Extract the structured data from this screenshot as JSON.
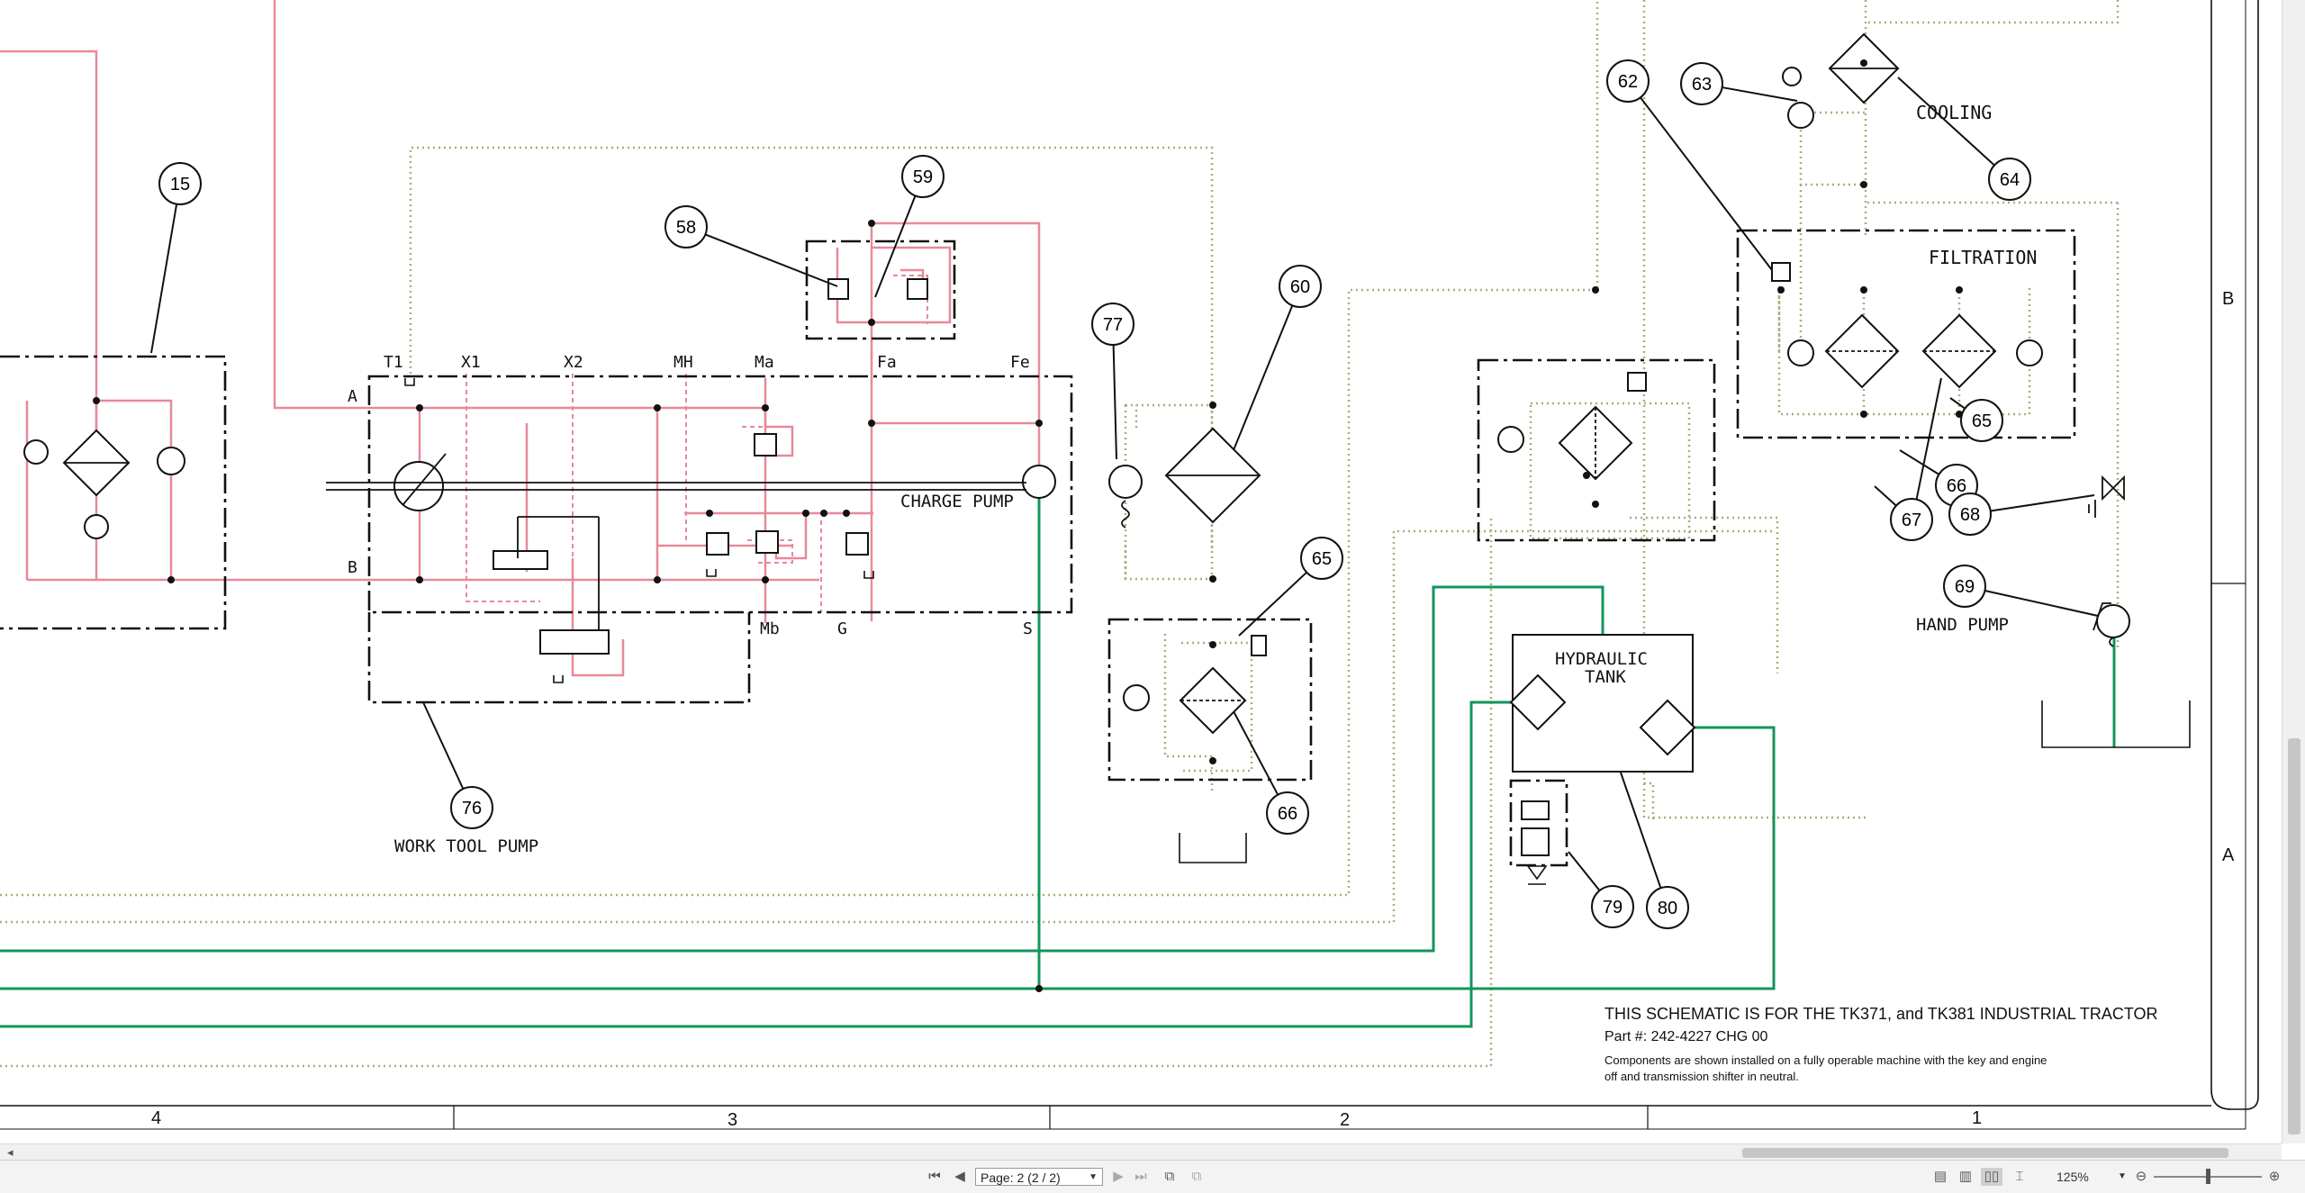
{
  "viewer": {
    "page_indicator": "Page: 2 (2 / 2)",
    "zoom_level": "125%",
    "icons": [
      "first-page-icon",
      "prev-page-icon",
      "next-page-icon",
      "last-page-icon",
      "two-page-icon",
      "rotate-icon",
      "single-page-icon",
      "continuous-icon",
      "facing-icon",
      "fit-icon",
      "zoom-out-icon",
      "zoom-in-icon"
    ]
  },
  "schematic": {
    "grid_columns": [
      "4",
      "3",
      "2",
      "1"
    ],
    "grid_rows": [
      "B",
      "A"
    ],
    "callouts": [
      "15",
      "58",
      "59",
      "60",
      "62",
      "63",
      "64",
      "65",
      "65",
      "66",
      "66",
      "67",
      "68",
      "69",
      "76",
      "77",
      "79",
      "80"
    ],
    "labels": {
      "cooling": "COOLING",
      "filtration": "FILTRATION",
      "hand_pump": "HAND PUMP",
      "hydraulic_tank_line1": "HYDRAULIC",
      "hydraulic_tank_line2": "TANK",
      "charge_pump": "CHARGE PUMP",
      "work_tool_pump": "WORK TOOL PUMP"
    },
    "ports": {
      "t1": "T1",
      "x1": "X1",
      "x2": "X2",
      "mh": "MH",
      "ma": "Ma",
      "fa": "Fa",
      "fe": "Fe",
      "a": "A",
      "b": "B",
      "mb": "Mb",
      "g": "G",
      "s": "S"
    },
    "title_block": {
      "title": "THIS SCHEMATIC IS FOR THE TK371, and TK381 INDUSTRIAL TRACTOR",
      "part": "Part #: 242-4227 CHG 00",
      "note_line1": "Components are shown installed on a fully operable machine with the key and engine",
      "note_line2": "off and transmission shifter in neutral."
    },
    "colors": {
      "pressure": "#e8899a",
      "suction": "#13955b",
      "drain": "#a8b07a",
      "ink": "#111111"
    }
  }
}
